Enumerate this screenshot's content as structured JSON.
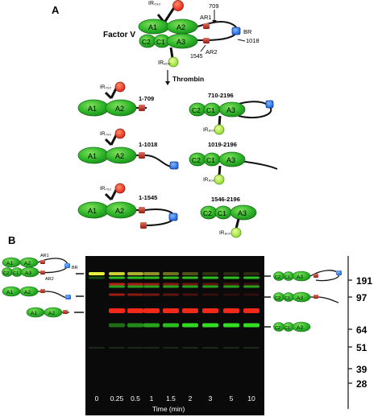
{
  "panel_a": {
    "label": "A",
    "factor_v": {
      "name": "Factor V",
      "ir700": "IR₇₀₀",
      "ir800": "IR₈₀₀",
      "ar1": "AR1",
      "ar2": "AR2",
      "br": "BR",
      "site_709": "709",
      "site_1018": "1018",
      "site_1545": "1545",
      "domains": {
        "a1": "A1",
        "a2": "A2",
        "a3": "A3",
        "c1": "C1",
        "c2": "C2"
      }
    },
    "thrombin": "Thrombin",
    "fragments": [
      {
        "range": "1-709"
      },
      {
        "range": "1-1018"
      },
      {
        "range": "1-1545"
      },
      {
        "range": "710-2196"
      },
      {
        "range": "1019-2196"
      },
      {
        "range": "1546-2196"
      }
    ]
  },
  "panel_b": {
    "label": "B",
    "mw_markers": [
      "191",
      "97",
      "64",
      "51",
      "39",
      "28"
    ],
    "time_points": [
      "0",
      "0.25",
      "0.5",
      "1",
      "1.5",
      "2",
      "3",
      "5",
      "10"
    ],
    "x_label": "Time (min)",
    "colors": {
      "ir700": "#ff2a1a",
      "ir800": "#33dd22",
      "gel_bg": "#0a0a0a"
    }
  }
}
